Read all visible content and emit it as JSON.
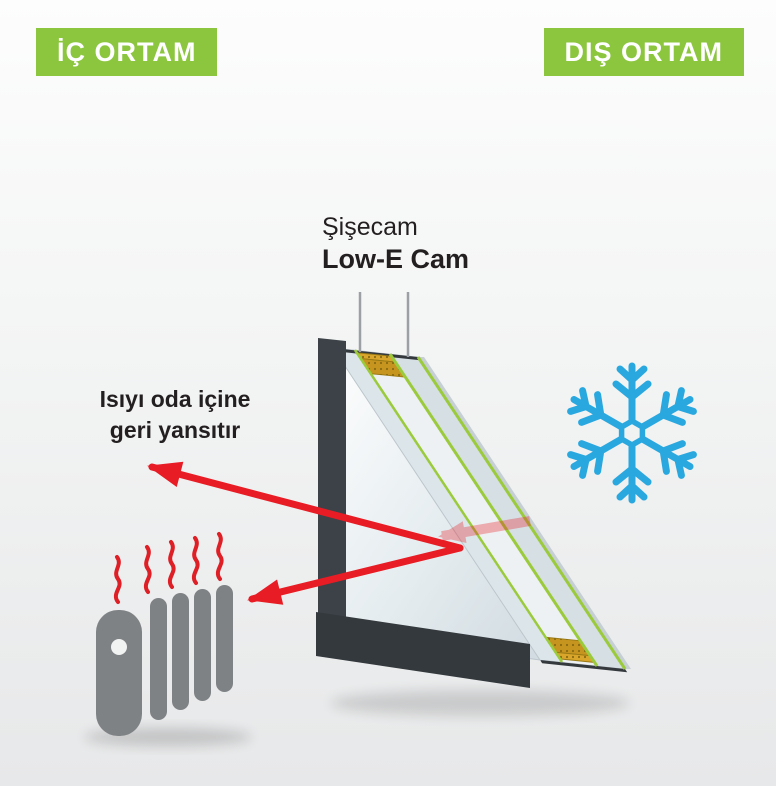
{
  "badges": {
    "indoor_label": "İÇ ORTAM",
    "outdoor_label": "DIŞ ORTAM"
  },
  "glass_label": {
    "brand": "Şişecam",
    "product": "Low-E Cam"
  },
  "annotation": {
    "line1": "Isıyı oda içine",
    "line2": "geri yansıtır"
  },
  "icons": {
    "snowflake": "snowflake-icon",
    "radiator": "radiator-icon",
    "flames": "heat-flames-icon",
    "reflection_arrows": "heat-reflection-arrow",
    "glass_unit": "low-e-double-glazing-illustration"
  },
  "colors": {
    "badge_green": "#8CC63F",
    "arrow_red": "#E81C24",
    "snowflake_blue": "#29A8E0",
    "radiator_gray": "#7F8285",
    "flame_red": "#DE1F26",
    "text_dark": "#231F20",
    "glass_green": "#9BCB3C",
    "frame_dark": "#34393E",
    "spacer_gold": "#D9A62B",
    "spacer_gold_dark": "#C6951F"
  }
}
